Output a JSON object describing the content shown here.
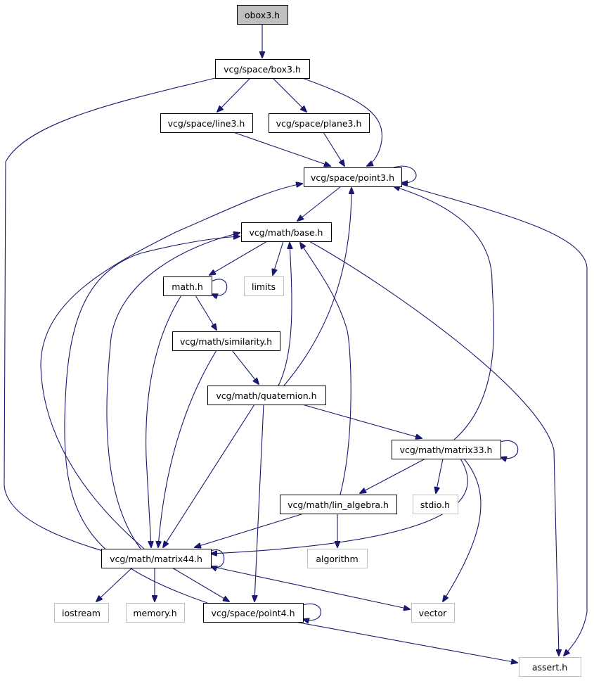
{
  "diagram": {
    "type": "include-dependency-graph",
    "colors": {
      "edge": "#191970",
      "root_fill": "#bfbfbf",
      "project_border": "#000000",
      "system_border": "#bfbfbf",
      "background": "#ffffff"
    },
    "nodes": [
      {
        "id": "obox3",
        "label": "obox3.h",
        "kind": "root"
      },
      {
        "id": "box3",
        "label": "vcg/space/box3.h",
        "kind": "project"
      },
      {
        "id": "line3",
        "label": "vcg/space/line3.h",
        "kind": "project"
      },
      {
        "id": "plane3",
        "label": "vcg/space/plane3.h",
        "kind": "project"
      },
      {
        "id": "point3",
        "label": "vcg/space/point3.h",
        "kind": "project"
      },
      {
        "id": "base",
        "label": "vcg/math/base.h",
        "kind": "project"
      },
      {
        "id": "mathh",
        "label": "math.h",
        "kind": "project"
      },
      {
        "id": "limits",
        "label": "limits",
        "kind": "system"
      },
      {
        "id": "similarity",
        "label": "vcg/math/similarity.h",
        "kind": "project"
      },
      {
        "id": "quaternion",
        "label": "vcg/math/quaternion.h",
        "kind": "project"
      },
      {
        "id": "matrix33",
        "label": "vcg/math/matrix33.h",
        "kind": "project"
      },
      {
        "id": "linalg",
        "label": "vcg/math/lin_algebra.h",
        "kind": "project"
      },
      {
        "id": "stdio",
        "label": "stdio.h",
        "kind": "system"
      },
      {
        "id": "matrix44",
        "label": "vcg/math/matrix44.h",
        "kind": "project"
      },
      {
        "id": "algorithm",
        "label": "algorithm",
        "kind": "system"
      },
      {
        "id": "iostream",
        "label": "iostream",
        "kind": "system"
      },
      {
        "id": "memory",
        "label": "memory.h",
        "kind": "system"
      },
      {
        "id": "point4",
        "label": "vcg/space/point4.h",
        "kind": "project"
      },
      {
        "id": "vector",
        "label": "vector",
        "kind": "system"
      },
      {
        "id": "assert",
        "label": "assert.h",
        "kind": "system"
      }
    ],
    "edges": [
      {
        "from": "obox3",
        "to": "box3"
      },
      {
        "from": "box3",
        "to": "line3"
      },
      {
        "from": "box3",
        "to": "plane3"
      },
      {
        "from": "box3",
        "to": "point3"
      },
      {
        "from": "box3",
        "to": "matrix44"
      },
      {
        "from": "line3",
        "to": "point3"
      },
      {
        "from": "plane3",
        "to": "point3"
      },
      {
        "from": "point3",
        "to": "point3"
      },
      {
        "from": "point3",
        "to": "base"
      },
      {
        "from": "point3",
        "to": "assert"
      },
      {
        "from": "base",
        "to": "mathh"
      },
      {
        "from": "base",
        "to": "limits"
      },
      {
        "from": "base",
        "to": "assert"
      },
      {
        "from": "mathh",
        "to": "mathh"
      },
      {
        "from": "mathh",
        "to": "similarity"
      },
      {
        "from": "mathh",
        "to": "matrix44"
      },
      {
        "from": "similarity",
        "to": "quaternion"
      },
      {
        "from": "similarity",
        "to": "matrix44"
      },
      {
        "from": "quaternion",
        "to": "base"
      },
      {
        "from": "quaternion",
        "to": "point3"
      },
      {
        "from": "quaternion",
        "to": "matrix33"
      },
      {
        "from": "quaternion",
        "to": "matrix44"
      },
      {
        "from": "quaternion",
        "to": "point4"
      },
      {
        "from": "matrix33",
        "to": "matrix33"
      },
      {
        "from": "matrix33",
        "to": "point3"
      },
      {
        "from": "matrix33",
        "to": "linalg"
      },
      {
        "from": "matrix33",
        "to": "stdio"
      },
      {
        "from": "matrix33",
        "to": "matrix44"
      },
      {
        "from": "matrix33",
        "to": "vector"
      },
      {
        "from": "linalg",
        "to": "base"
      },
      {
        "from": "linalg",
        "to": "matrix44"
      },
      {
        "from": "linalg",
        "to": "algorithm"
      },
      {
        "from": "matrix44",
        "to": "matrix44"
      },
      {
        "from": "matrix44",
        "to": "point3"
      },
      {
        "from": "matrix44",
        "to": "base"
      },
      {
        "from": "matrix44",
        "to": "iostream"
      },
      {
        "from": "matrix44",
        "to": "memory"
      },
      {
        "from": "matrix44",
        "to": "point4"
      },
      {
        "from": "matrix44",
        "to": "vector"
      },
      {
        "from": "point4",
        "to": "point4"
      },
      {
        "from": "point4",
        "to": "base"
      },
      {
        "from": "point4",
        "to": "assert"
      }
    ]
  }
}
